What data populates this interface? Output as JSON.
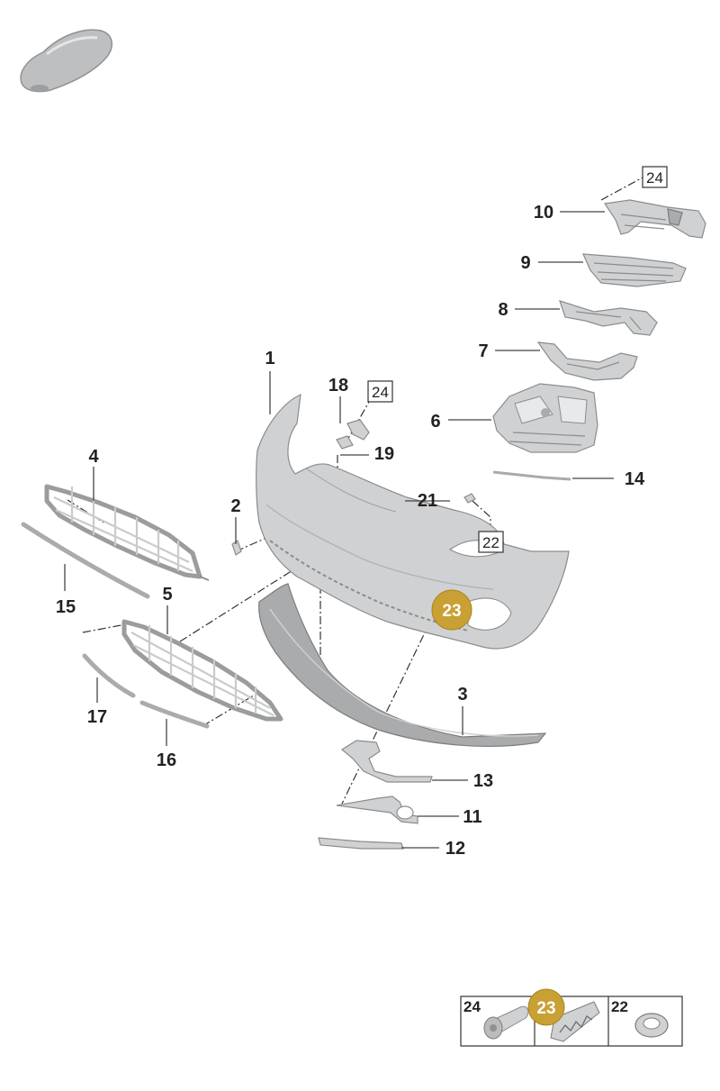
{
  "diagram": {
    "parts": [
      {
        "id": "1",
        "label": "1"
      },
      {
        "id": "2",
        "label": "2"
      },
      {
        "id": "3",
        "label": "3"
      },
      {
        "id": "4",
        "label": "4"
      },
      {
        "id": "5",
        "label": "5"
      },
      {
        "id": "6",
        "label": "6"
      },
      {
        "id": "7",
        "label": "7"
      },
      {
        "id": "8",
        "label": "8"
      },
      {
        "id": "9",
        "label": "9"
      },
      {
        "id": "10",
        "label": "10"
      },
      {
        "id": "11",
        "label": "11"
      },
      {
        "id": "12",
        "label": "12"
      },
      {
        "id": "13",
        "label": "13"
      },
      {
        "id": "14",
        "label": "14"
      },
      {
        "id": "15",
        "label": "15"
      },
      {
        "id": "16",
        "label": "16"
      },
      {
        "id": "17",
        "label": "17"
      },
      {
        "id": "18",
        "label": "18"
      },
      {
        "id": "19",
        "label": "19"
      },
      {
        "id": "21",
        "label": "21"
      }
    ],
    "boxed_refs": {
      "ref_24_top": "24",
      "ref_24_bracket": "24",
      "ref_22": "22"
    },
    "highlight": {
      "label": "23",
      "color": "#c9a033"
    },
    "inset": {
      "cells": [
        {
          "label": "24",
          "icon": "bolt-icon"
        },
        {
          "label": "23",
          "icon": "clip-icon",
          "highlighted": true
        },
        {
          "label": "22",
          "icon": "grommet-icon"
        }
      ]
    },
    "vehicle_icon": "car-silhouette-icon"
  }
}
